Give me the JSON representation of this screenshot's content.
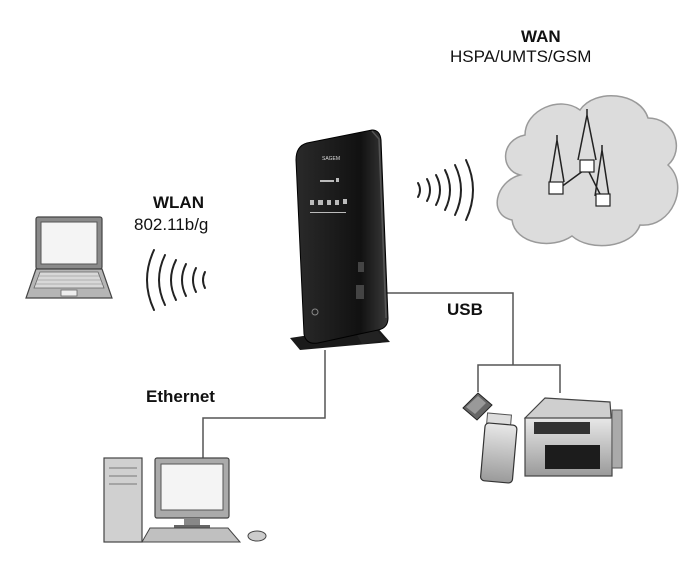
{
  "wan": {
    "title": "WAN",
    "standards": "HSPA/UMTS/GSM"
  },
  "wlan": {
    "title": "WLAN",
    "standards": "802.11b/g"
  },
  "usb": {
    "title": "USB"
  },
  "ethernet": {
    "title": "Ethernet"
  },
  "colors": {
    "line": "#555555",
    "router": "#1a1a1a",
    "cloud": "#dcdcdc",
    "device_gray": "#9a9a9a"
  }
}
